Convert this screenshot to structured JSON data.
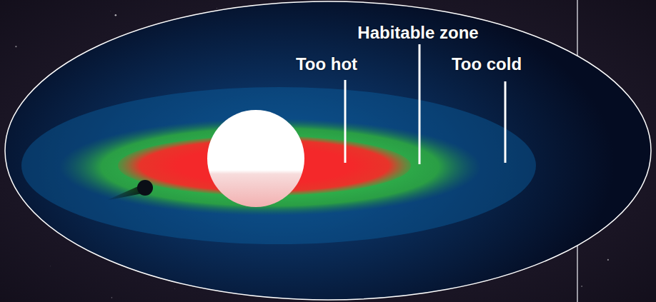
{
  "diagram": {
    "labels": [
      "Habitable zone",
      "Too hot",
      "Too cold"
    ]
  }
}
